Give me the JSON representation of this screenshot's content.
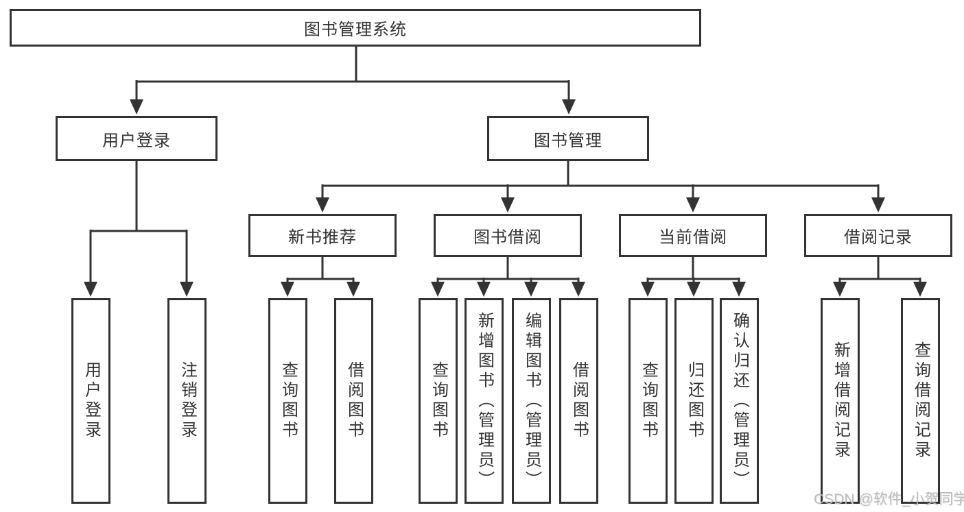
{
  "diagram": {
    "root": {
      "label": "图书管理系统"
    },
    "level2": [
      {
        "label": "用户登录"
      },
      {
        "label": "图书管理"
      }
    ],
    "level3": [
      {
        "label": "新书推荐"
      },
      {
        "label": "图书借阅"
      },
      {
        "label": "当前借阅"
      },
      {
        "label": "借阅记录"
      }
    ],
    "leaves": {
      "user_login": [
        {
          "label": "用户登录"
        },
        {
          "label": "注销登录"
        }
      ],
      "new_book": [
        {
          "label": "查询图书"
        },
        {
          "label": "借阅图书"
        }
      ],
      "book_borrow": [
        {
          "label": "查询图书"
        },
        {
          "label": "新增图书（管理员）"
        },
        {
          "label": "编辑图书（管理员）"
        },
        {
          "label": "借阅图书"
        }
      ],
      "current_borrow": [
        {
          "label": "查询图书"
        },
        {
          "label": "归还图书"
        },
        {
          "label": "确认归还（管理员）"
        }
      ],
      "borrow_records": [
        {
          "label": "新增借阅记录"
        },
        {
          "label": "查询借阅记录"
        }
      ]
    },
    "colors": {
      "line": "#333333",
      "text": "#333333",
      "watermark": "#bdbdbd"
    }
  },
  "watermark": {
    "text": "CSDN @软件_小贺同学"
  }
}
